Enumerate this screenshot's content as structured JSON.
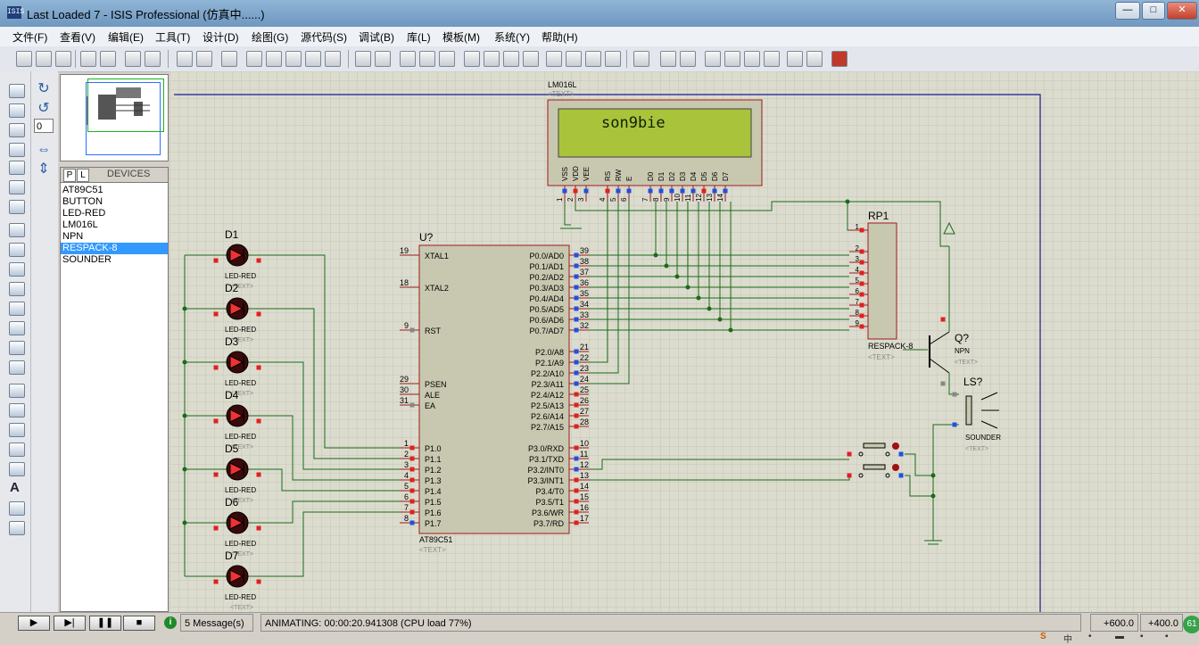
{
  "window": {
    "logo": "ISIS",
    "title": "Last Loaded 7 - ISIS Professional (仿真中......)",
    "btn_minimize": "—",
    "btn_maximize": "□",
    "btn_close": "✕"
  },
  "menu": {
    "items": [
      "文件(F)",
      "查看(V)",
      "编辑(E)",
      "工具(T)",
      "设计(D)",
      "绘图(G)",
      "源代码(S)",
      "调试(B)",
      "库(L)",
      "模板(M)",
      "系统(Y)",
      "帮助(H)"
    ]
  },
  "rotation": {
    "angle": "0"
  },
  "device_panel": {
    "tab_p": "P",
    "tab_l": "L",
    "header": "DEVICES",
    "items": [
      "AT89C51",
      "BUTTON",
      "LED-RED",
      "LM016L",
      "NPN",
      "RESPACK-8",
      "SOUNDER"
    ],
    "selected_index": 5
  },
  "lcd": {
    "part": "LM016L",
    "text_placeholder": "<TEXT>",
    "display": "son9bie",
    "pins": [
      "VSS",
      "VDD",
      "VEE",
      "RS",
      "RW",
      "E",
      "D0",
      "D1",
      "D2",
      "D3",
      "D4",
      "D5",
      "D6",
      "D7"
    ],
    "pin_numbers": [
      "1",
      "2",
      "3",
      "4",
      "5",
      "6",
      "7",
      "8",
      "9",
      "10",
      "11",
      "12",
      "13",
      "14"
    ]
  },
  "mcu": {
    "ref": "U?",
    "part": "AT89C51",
    "text_placeholder": "<TEXT>",
    "left_pins": [
      {
        "num": "19",
        "name": "XTAL1"
      },
      {
        "num": "18",
        "name": "XTAL2"
      },
      {
        "num": "9",
        "name": "RST"
      },
      {
        "num": "29",
        "name": "PSEN"
      },
      {
        "num": "30",
        "name": "ALE"
      },
      {
        "num": "31",
        "name": "EA"
      },
      {
        "num": "1",
        "name": "P1.0"
      },
      {
        "num": "2",
        "name": "P1.1"
      },
      {
        "num": "3",
        "name": "P1.2"
      },
      {
        "num": "4",
        "name": "P1.3"
      },
      {
        "num": "5",
        "name": "P1.4"
      },
      {
        "num": "6",
        "name": "P1.5"
      },
      {
        "num": "7",
        "name": "P1.6"
      },
      {
        "num": "8",
        "name": "P1.7"
      }
    ],
    "right_pins": [
      {
        "num": "39",
        "name": "P0.0/AD0"
      },
      {
        "num": "38",
        "name": "P0.1/AD1"
      },
      {
        "num": "37",
        "name": "P0.2/AD2"
      },
      {
        "num": "36",
        "name": "P0.3/AD3"
      },
      {
        "num": "35",
        "name": "P0.4/AD4"
      },
      {
        "num": "34",
        "name": "P0.5/AD5"
      },
      {
        "num": "33",
        "name": "P0.6/AD6"
      },
      {
        "num": "32",
        "name": "P0.7/AD7"
      },
      {
        "num": "21",
        "name": "P2.0/A8"
      },
      {
        "num": "22",
        "name": "P2.1/A9"
      },
      {
        "num": "23",
        "name": "P2.2/A10"
      },
      {
        "num": "24",
        "name": "P2.3/A11"
      },
      {
        "num": "25",
        "name": "P2.4/A12"
      },
      {
        "num": "26",
        "name": "P2.5/A13"
      },
      {
        "num": "27",
        "name": "P2.6/A14"
      },
      {
        "num": "28",
        "name": "P2.7/A15"
      },
      {
        "num": "10",
        "name": "P3.0/RXD"
      },
      {
        "num": "11",
        "name": "P3.1/TXD"
      },
      {
        "num": "12",
        "name": "P3.2/INT0"
      },
      {
        "num": "13",
        "name": "P3.3/INT1"
      },
      {
        "num": "14",
        "name": "P3.4/T0"
      },
      {
        "num": "15",
        "name": "P3.5/T1"
      },
      {
        "num": "16",
        "name": "P3.6/WR"
      },
      {
        "num": "17",
        "name": "P3.7/RD"
      }
    ]
  },
  "leds": {
    "refs": [
      "D1",
      "D2",
      "D3",
      "D4",
      "D5",
      "D6",
      "D7"
    ],
    "part": "LED-RED",
    "text_placeholder": "<TEXT>"
  },
  "respack": {
    "ref": "RP1",
    "part": "RESPACK-8",
    "text_placeholder": "<TEXT>",
    "pins": [
      "1",
      "2",
      "3",
      "4",
      "5",
      "6",
      "7",
      "8",
      "9"
    ]
  },
  "transistor": {
    "ref": "Q?",
    "part": "NPN",
    "text_placeholder": "<TEXT>"
  },
  "sounder": {
    "ref": "LS?",
    "part": "SOUNDER",
    "text_placeholder": "<TEXT>"
  },
  "status": {
    "btn_play": "▶",
    "btn_step": "▶|",
    "btn_pause": "❚❚",
    "btn_stop": "■",
    "info_icon": "i",
    "messages": "5 Message(s)",
    "animating": "ANIMATING: 00:00:20.941308 (CPU load 77%)",
    "coord_x": "+600.0",
    "coord_y": "+400.0",
    "badge": "61",
    "tray_text": "中"
  },
  "colors": {
    "canvas_bg": "#ddddd0",
    "grid": "#c8c8bc",
    "wire": "#1a6a1a",
    "component_body": "#c8c8b0",
    "component_border": "#9b1a1a",
    "lcd_screen": "#a9c43a",
    "sheet_border": "#1a1a8c",
    "selection": "#3399ff"
  }
}
